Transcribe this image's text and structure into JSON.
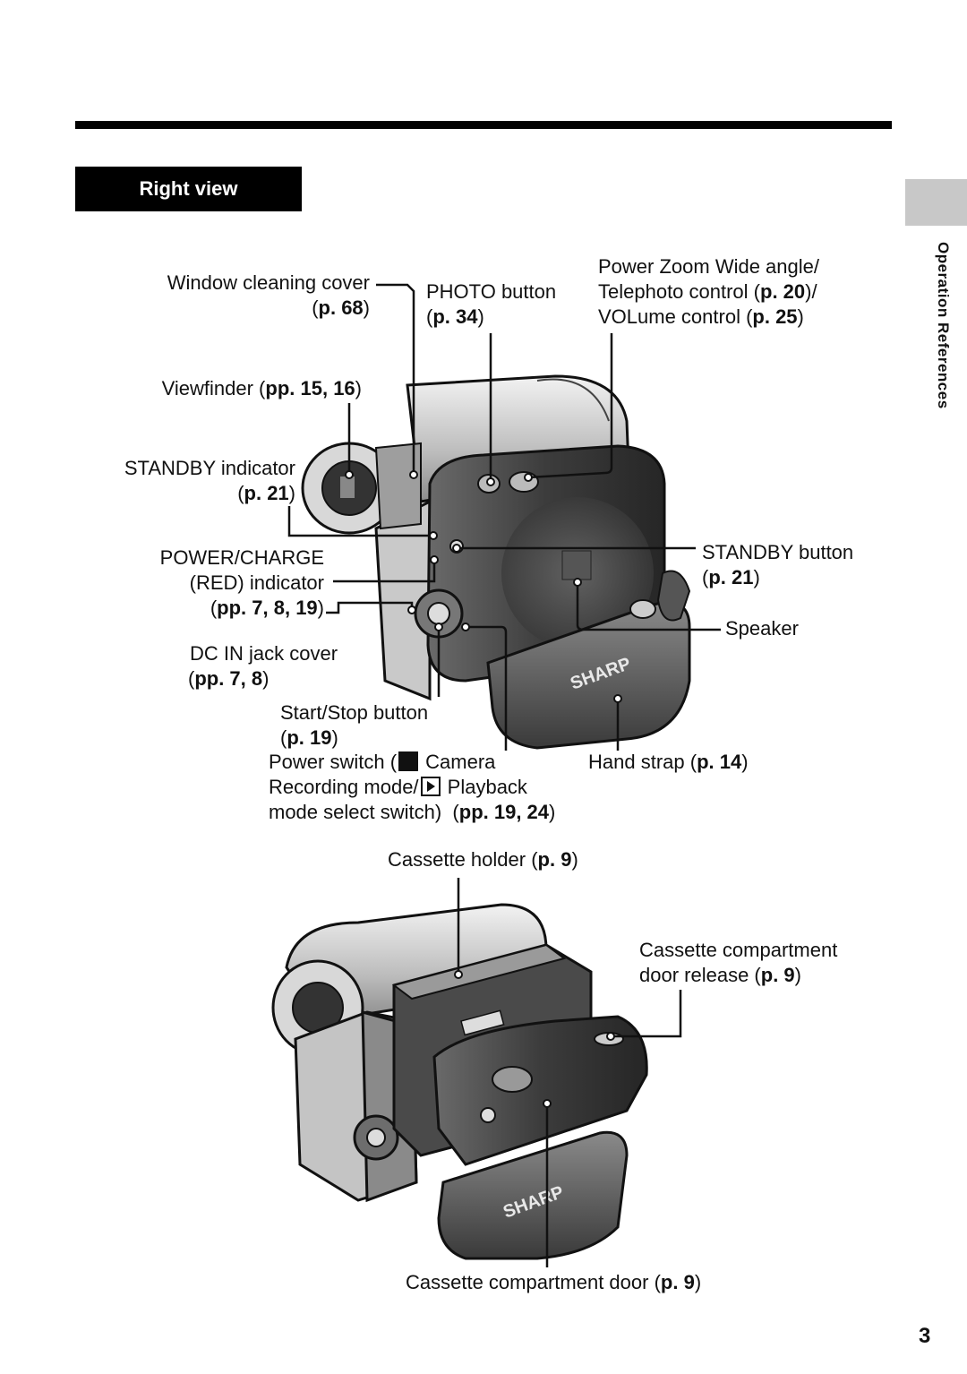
{
  "section": {
    "title": "Right view"
  },
  "side_tab": {
    "label": "Operation References"
  },
  "page_number": "3",
  "labels": {
    "window_cleaning": {
      "line1": "Window cleaning cover",
      "ref": "p. 68"
    },
    "photo_button": {
      "line1": "PHOTO button",
      "ref": "p. 34"
    },
    "power_zoom": {
      "line1": "Power Zoom Wide angle/",
      "line2a": "Telephoto control (",
      "ref1": "p. 20",
      "line2b": ")/",
      "line3a": "VOLume control (",
      "ref2": "p. 25",
      "line3b": ")"
    },
    "viewfinder": {
      "text": "Viewfinder (",
      "ref": "pp. 15, 16",
      "close": ")"
    },
    "standby_indicator": {
      "line1": "STANDBY indicator",
      "ref": "p. 21"
    },
    "power_charge": {
      "line1": "POWER/CHARGE",
      "line2": "(RED) indicator",
      "ref": "pp. 7, 8, 19"
    },
    "standby_button": {
      "line1": "STANDBY button",
      "ref": "p. 21"
    },
    "speaker": {
      "text": "Speaker"
    },
    "dc_in": {
      "line1": "DC IN jack cover",
      "ref": "pp. 7, 8"
    },
    "start_stop": {
      "line1": "Start/Stop button",
      "ref": "p. 19"
    },
    "power_switch": {
      "line1a": "Power switch (",
      "line1b": " Camera",
      "line2a": "Recording mode/",
      "line2b": " Playback",
      "line3": "mode select switch)",
      "ref": "pp. 19, 24"
    },
    "hand_strap": {
      "text": "Hand strap (",
      "ref": "p. 14",
      "close": ")"
    },
    "cassette_holder": {
      "text": "Cassette holder (",
      "ref": "p. 9",
      "close": ")"
    },
    "cassette_release": {
      "line1": "Cassette compartment",
      "line2a": "door release (",
      "ref": "p. 9",
      "line2b": ")"
    },
    "cassette_door": {
      "text": "Cassette compartment door (",
      "ref": "p. 9",
      "close": ")"
    }
  },
  "brand_marks": [
    "SHARP",
    "SHARP"
  ]
}
